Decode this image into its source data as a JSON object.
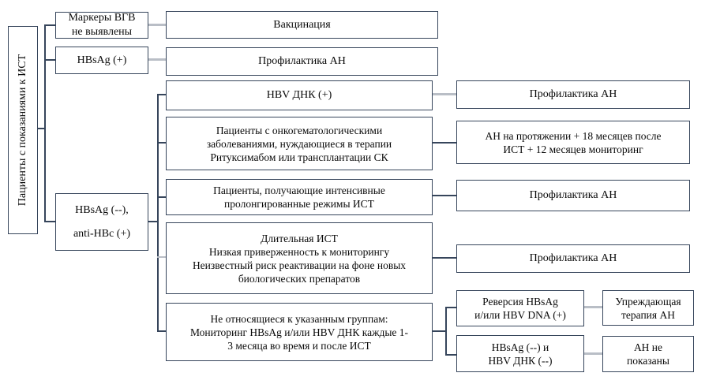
{
  "diagram": {
    "description": "Алгоритм ведения пациентов с показаниями к ИСТ по маркерам ВГВ",
    "colors": {
      "box_border": "#36455b",
      "connector_dark": "#36455b",
      "connector_light": "#b9bec6",
      "text": "#0a0a0a",
      "background": "#ffffff"
    },
    "nodes": {
      "root": "Пациенты с показаниями к ИСТ",
      "markers": "Маркеры ВГВ\nне выявлены",
      "vaccination": "Вакцинация",
      "hbsag_pos": "HBsAg (+)",
      "an_prophylaxis_1": "Профилактика АН",
      "hbsag_neg": "HBsAg (--),\nanti-HBc (+)",
      "hbv_dna_pos": "HBV ДНК (+)",
      "an_prophylaxis_2": "Профилактика АН",
      "onco": "Пациенты с онкогематологическими\nзаболеваниями, нуждающиеся в терапии\nРитуксимабом или трансплантации СК",
      "an_18_months": "АН на протяжении + 18 месяцев после\nИСТ + 12 месяцев мониторинг",
      "intensive": "Пациенты, получающие интенсивные\nпролонгированные режимы ИСТ",
      "an_prophylaxis_3": "Профилактика АН",
      "long_ist": "Длительная ИСТ\nНизкая приверженность к мониторингу\nНеизвестный риск реактивации на фоне новых\nбиологических препаратов",
      "an_prophylaxis_4": "Профилактика АН",
      "other_groups": "Не относящиеся к указанным группам:\nМониторинг HBsAg и/или HBV ДНК каждые 1-\n3 месяца во время и после ИСТ",
      "reversion": "Реверсия HBsAg\nи/или HBV DNA (+)",
      "preemptive": "Упреждающая\nтерапия АН",
      "hbsag_dna_neg": "HBsAg (--) и\nHBV ДНК (--)",
      "an_not_indicated": "АН не\nпоказаны"
    },
    "edges": [
      {
        "from": "root",
        "to": "markers"
      },
      {
        "from": "root",
        "to": "hbsag_pos"
      },
      {
        "from": "root",
        "to": "hbsag_neg"
      },
      {
        "from": "markers",
        "to": "vaccination"
      },
      {
        "from": "hbsag_pos",
        "to": "an_prophylaxis_1"
      },
      {
        "from": "hbsag_neg",
        "to": "hbv_dna_pos"
      },
      {
        "from": "hbsag_neg",
        "to": "onco"
      },
      {
        "from": "hbsag_neg",
        "to": "intensive"
      },
      {
        "from": "hbsag_neg",
        "to": "long_ist"
      },
      {
        "from": "hbsag_neg",
        "to": "other_groups"
      },
      {
        "from": "hbv_dna_pos",
        "to": "an_prophylaxis_2"
      },
      {
        "from": "onco",
        "to": "an_18_months"
      },
      {
        "from": "intensive",
        "to": "an_prophylaxis_3"
      },
      {
        "from": "long_ist",
        "to": "an_prophylaxis_4"
      },
      {
        "from": "other_groups",
        "to": "reversion"
      },
      {
        "from": "other_groups",
        "to": "hbsag_dna_neg"
      },
      {
        "from": "reversion",
        "to": "preemptive"
      },
      {
        "from": "hbsag_dna_neg",
        "to": "an_not_indicated"
      }
    ]
  }
}
